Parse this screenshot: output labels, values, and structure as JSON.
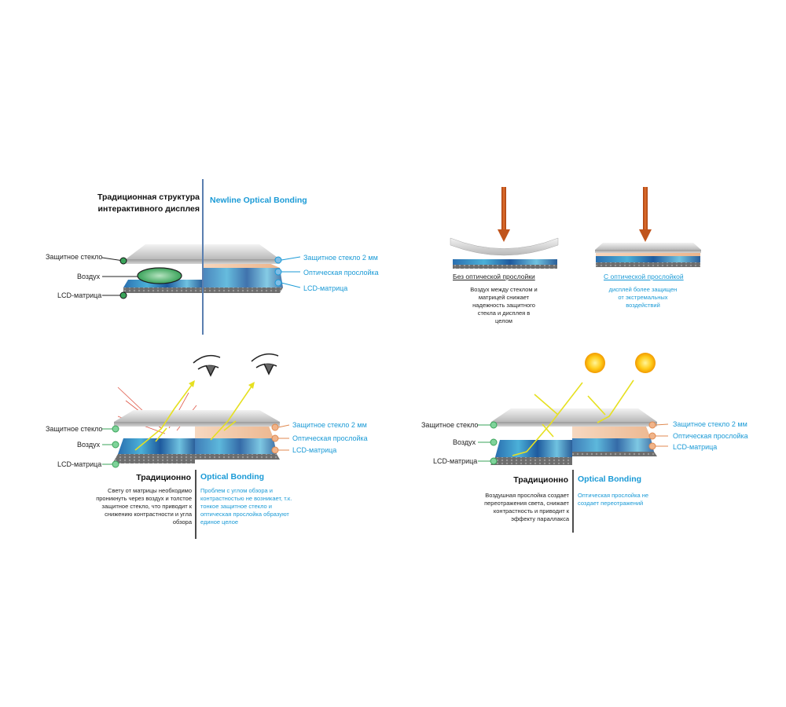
{
  "panel_structure": {
    "left_title_line1": "Традиционная структура",
    "left_title_line2": "интерактивного дисплея",
    "right_title_brand": "Newline",
    "right_title_rest": "Optical Bonding",
    "left_labels": [
      "Защитное стекло",
      "Воздух",
      "LCD-матрица"
    ],
    "right_labels": [
      "Защитное стекло 2 мм",
      "Оптическая прослойка",
      "LCD-матрица"
    ]
  },
  "panel_pressure": {
    "without_label": "Без оптической прослойки",
    "without_desc": [
      "Воздух между стеклом и",
      "матрицей снижает",
      "надежность защитного",
      "стекла и дисплея в",
      "целом"
    ],
    "with_label": "С оптической прослойкой",
    "with_desc": [
      "дисплей более защищен",
      "от экстремальных",
      "воздействий"
    ]
  },
  "panel_viewing": {
    "left_labels": [
      "Защитное стекло",
      "Воздух",
      "LCD-матрица"
    ],
    "right_labels": [
      "Защитное стекло 2 мм",
      "Оптическая прослойка",
      "LCD-матрица"
    ],
    "left_heading": "Традиционно",
    "right_heading": "Optical Bonding",
    "left_desc": [
      "Свету от матрицы необходимо",
      "проникнуть через воздух и толстое",
      "защитное стекло, что приводит к",
      "снижению контрастности и угла",
      "обзора"
    ],
    "right_desc": [
      "Проблем с углом обзора и",
      "контрастностью не возникает, т.к.",
      "тонкое защитное стекло и",
      "оптическая прослойка образуют",
      "единое целое"
    ]
  },
  "panel_reflection": {
    "left_labels": [
      "Защитное стекло",
      "Воздух",
      "LCD-матрица"
    ],
    "right_labels": [
      "Защитное стекло 2 мм",
      "Оптическая прослойка",
      "LCD-матрица"
    ],
    "left_heading": "Традиционно",
    "right_heading": "Optical Bonding",
    "left_desc": [
      "Воздушная прослойка создает",
      "переотражения света, снижает",
      "контрастность и приводит к",
      "эффекту параллакса"
    ],
    "right_desc": [
      "Оптическая прослойка не",
      "создает переотражений"
    ]
  },
  "colors": {
    "accent_blue": "#1a9ad6",
    "arrow_brown": "#c0541c",
    "ray_yellow": "#e6e020",
    "air_green": "#3aa35a",
    "bond_orange": "#e9a06a"
  }
}
